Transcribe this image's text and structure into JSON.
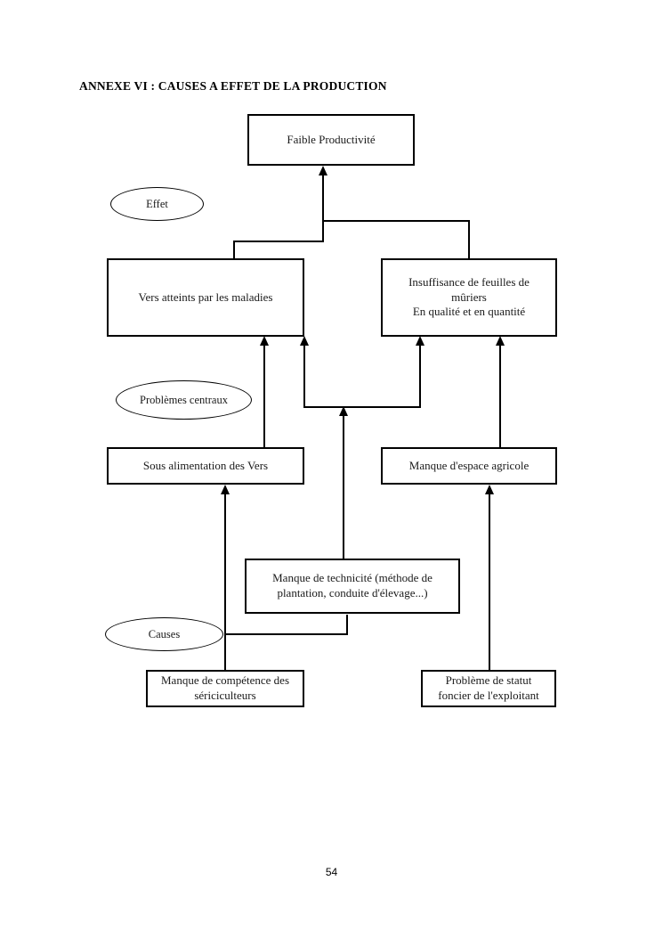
{
  "document": {
    "title": "ANNEXE VI : CAUSES A EFFET DE LA PRODUCTION",
    "page_number": "54"
  },
  "diagram": {
    "type": "cause-effect-tree",
    "levels": [
      {
        "key": "effet",
        "label": "Effet"
      },
      {
        "key": "problemes_centraux",
        "label": "Problèmes centraux"
      },
      {
        "key": "causes",
        "label": "Causes"
      }
    ],
    "nodes": [
      {
        "id": "faible-productivite",
        "label": "Faible Productivité",
        "level": "effet"
      },
      {
        "id": "vers-atteints",
        "label": "Vers atteints par les maladies",
        "level": "problemes_centraux"
      },
      {
        "id": "insuffisance-feuilles",
        "line1": "Insuffisance de feuilles de",
        "line2": "mûriers",
        "line3": "En qualité et en quantité",
        "level": "problemes_centraux"
      },
      {
        "id": "sous-alimentation",
        "label": "Sous alimentation des Vers",
        "level": "causes"
      },
      {
        "id": "manque-espace",
        "label": "Manque d'espace agricole",
        "level": "causes"
      },
      {
        "id": "manque-technicite",
        "line1": "Manque de technicité (méthode de",
        "line2": "plantation, conduite d'élevage...)",
        "level": "causes"
      },
      {
        "id": "manque-competence",
        "line1": "Manque de compétence des",
        "line2": "sériciculteurs",
        "level": "causes"
      },
      {
        "id": "probleme-statut",
        "line1": "Problème de statut",
        "line2": "foncier de l'exploitant",
        "level": "causes"
      }
    ],
    "edges": [
      {
        "from": "vers-atteints",
        "to": "faible-productivite"
      },
      {
        "from": "insuffisance-feuilles",
        "to": "faible-productivite"
      },
      {
        "from": "sous-alimentation",
        "to": "vers-atteints"
      },
      {
        "from": "manque-technicite",
        "to": "vers-atteints"
      },
      {
        "from": "manque-technicite",
        "to": "insuffisance-feuilles"
      },
      {
        "from": "manque-espace",
        "to": "insuffisance-feuilles"
      },
      {
        "from": "manque-competence",
        "to": "sous-alimentation"
      },
      {
        "from": "manque-competence",
        "to": "manque-technicite"
      },
      {
        "from": "probleme-statut",
        "to": "manque-espace"
      }
    ]
  }
}
